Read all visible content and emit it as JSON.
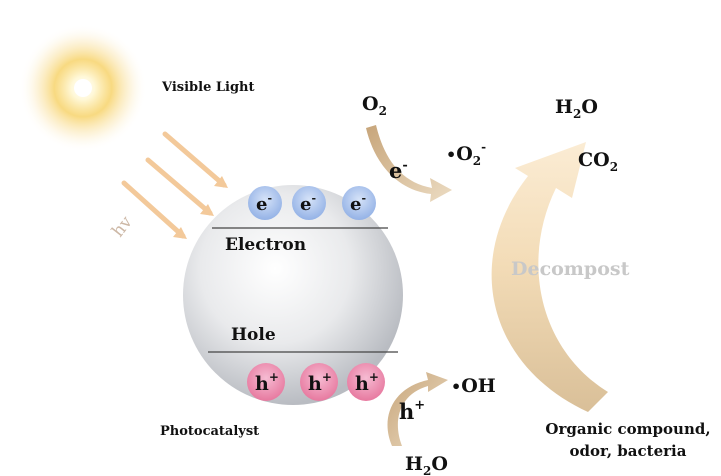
{
  "labels": {
    "visible_light": "Visible Light",
    "hv": "hv",
    "electron": "Electron",
    "hole": "Hole",
    "photocatalyst": "Photocatalyst",
    "decompost": "Decompost",
    "organic_line1": "Organic compound,",
    "organic_line2": "odor, bacteria"
  },
  "species": {
    "o2": {
      "base": "O",
      "sub": "2"
    },
    "superoxide": {
      "dot": "•",
      "base": "O",
      "sub": "2",
      "sup": "-"
    },
    "h2o_top": {
      "base": "H",
      "sub": "2",
      "tail": "O"
    },
    "co2": {
      "base": "CO",
      "sub": "2"
    },
    "hydroxyl": {
      "dot": "•",
      "base": "OH"
    },
    "h2o_bottom": {
      "base": "H",
      "sub": "2",
      "tail": "O"
    },
    "e_minus": {
      "base": "e",
      "sup": "-"
    },
    "h_plus": {
      "base": "h",
      "sup": "+"
    }
  },
  "particles": {
    "electrons": [
      {
        "base": "e",
        "sup": "-"
      },
      {
        "base": "e",
        "sup": "-"
      },
      {
        "base": "e",
        "sup": "-"
      }
    ],
    "holes": [
      {
        "base": "h",
        "sup": "+"
      },
      {
        "base": "h",
        "sup": "+"
      },
      {
        "base": "h",
        "sup": "+"
      }
    ]
  },
  "colors": {
    "sun_core": "#fffbe6",
    "sun_glow": "#f7d36b",
    "light_rays": "#f3c99a",
    "hv_text": "#cdb8a6",
    "sphere_light": "#ffffff",
    "sphere_dark": "#b9bcc2",
    "electron_fill": "#a8c3ee",
    "hole_fill": "#ec8fb5",
    "arrow_tan": "#d9c09a",
    "big_arrow": "#f5ddb8",
    "decompost_text": "#c8c8c8"
  }
}
